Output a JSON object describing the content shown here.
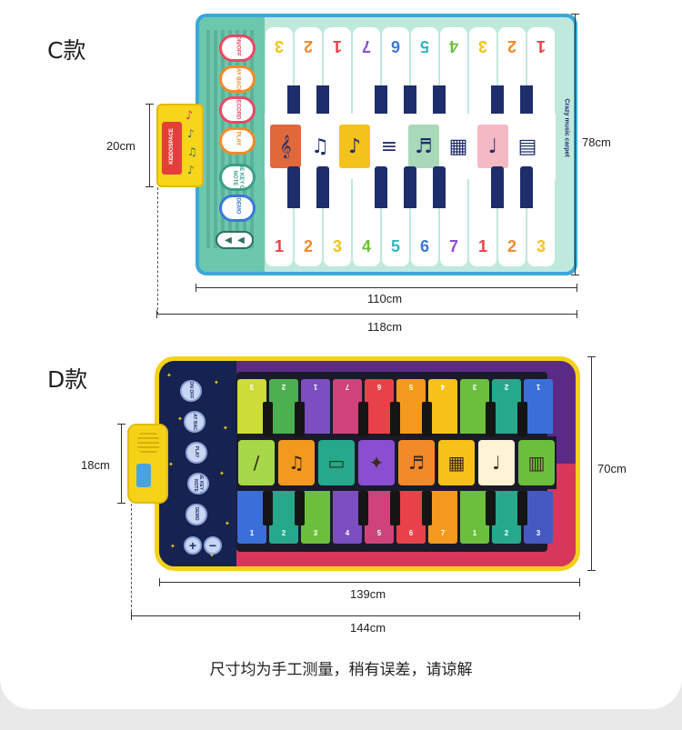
{
  "variants": [
    {
      "title": "C款",
      "width_label": "110cm",
      "total_width_label": "118cm",
      "height_label": "78cm",
      "pad_height_label": "20cm",
      "buttons": [
        "ON/OFF",
        "PLAY BACK",
        "RECORD",
        "PLAY",
        "ONE KEY ONE NOTE",
        "DEMO"
      ],
      "top_notes": [
        "3",
        "2",
        "1",
        "7",
        "6",
        "5",
        "4",
        "3",
        "2",
        "1"
      ],
      "bottom_notes": [
        "1",
        "2",
        "3",
        "4",
        "5",
        "6",
        "7",
        "1",
        "2",
        "3"
      ],
      "side_text": "Crazy music carpet",
      "speaker_label": "KIDDOSPACE"
    },
    {
      "title": "D款",
      "width_label": "139cm",
      "total_width_label": "144cm",
      "height_label": "70cm",
      "pad_height_label": "18cm",
      "buttons": [
        "ON OFF",
        "PLAY BACK",
        "PLAY",
        "ONE KEY ONE NOTE",
        "DEMO"
      ],
      "volume_buttons": [
        "+",
        "−"
      ],
      "top_notes": [
        "3",
        "2",
        "1",
        "7",
        "6",
        "5",
        "4",
        "3",
        "2",
        "1"
      ],
      "bottom_notes": [
        "1",
        "2",
        "3",
        "4",
        "5",
        "6",
        "7",
        "1",
        "2",
        "3"
      ]
    }
  ],
  "caption": "尺寸均为手工测量，稍有误差，请谅解",
  "colors": {
    "c_border": "#3aa8d8",
    "c_mat": "#bfe9dc",
    "c_panel": "#5a9d8f",
    "d_frame": "#f5d218",
    "d_panel": "#16224f",
    "d_purple": "#5b2a86",
    "d_pink": "#d7375a"
  }
}
